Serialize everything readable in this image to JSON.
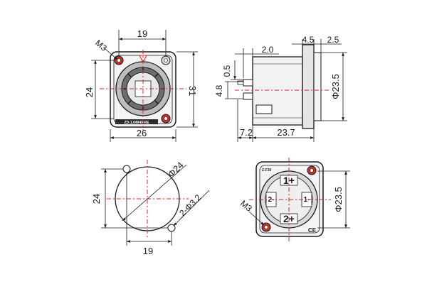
{
  "front_view": {
    "dim_top_width": "19",
    "dim_bottom_width": "26",
    "dim_left_height": "24",
    "dim_right_height": "31",
    "screw_label": "M3",
    "plate_text": "ZD-1.04949-RE"
  },
  "side_view": {
    "dim_2_0": "2.0",
    "dim_4_5": "4.5",
    "dim_2_5": "2.5",
    "dim_0_5": "0.5",
    "dim_4_8": "4.8",
    "dim_diameter": "Φ23.5",
    "dim_7_2": "7.2",
    "dim_23_7": "23.7"
  },
  "panel_cutout": {
    "dim_diameter": "Φ24",
    "dim_holes": "2-Φ3.2",
    "dim_height": "24",
    "dim_width": "19"
  },
  "rear_view": {
    "screw_label": "M3",
    "dim_diameter": "Φ23.5",
    "pin1_label": "1+",
    "pin1_minus": "1-",
    "pin2_label": "2+",
    "pin2_minus": "2-",
    "brand_text": "Z-F30",
    "ce_mark": "CE",
    "colors": {
      "line": "#1a1a1a",
      "center": "#e0242a",
      "screw": "#c9302c"
    }
  }
}
